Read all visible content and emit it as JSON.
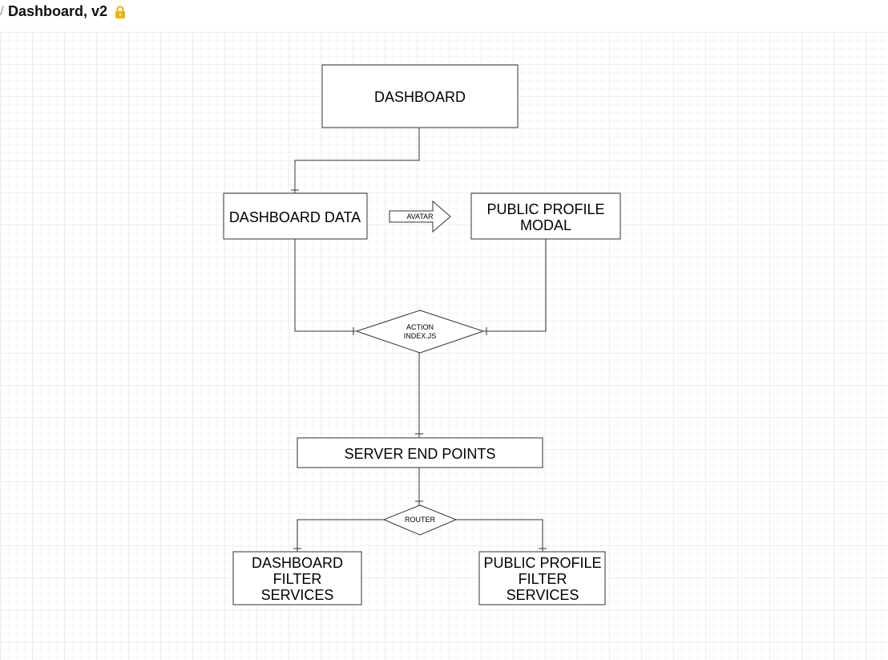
{
  "header": {
    "breadcrumb_separator": "/",
    "title": "Dashboard, v2",
    "lock_icon": "lock-icon",
    "lock_color": "#f0b400"
  },
  "diagram": {
    "nodes": {
      "dashboard": "DASHBOARD",
      "dashboard_data": "DASHBOARD DATA",
      "avatar_arrow": "AVATAR",
      "public_profile_modal_line1": "PUBLIC PROFILE",
      "public_profile_modal_line2": "MODAL",
      "action_line1": "ACTION",
      "action_line2": "INDEX.JS",
      "server_end_points": "SERVER END POINTS",
      "router": "ROUTER",
      "dashboard_filter_line1": "DASHBOARD",
      "dashboard_filter_line2": "FILTER",
      "dashboard_filter_line3": "SERVICES",
      "public_profile_filter_line1": "PUBLIC PROFILE",
      "public_profile_filter_line2": "FILTER",
      "public_profile_filter_line3": "SERVICES"
    },
    "colors": {
      "stroke": "#333333",
      "grid": "#e6e6e6",
      "grid_major": "#d9d9d9"
    }
  }
}
